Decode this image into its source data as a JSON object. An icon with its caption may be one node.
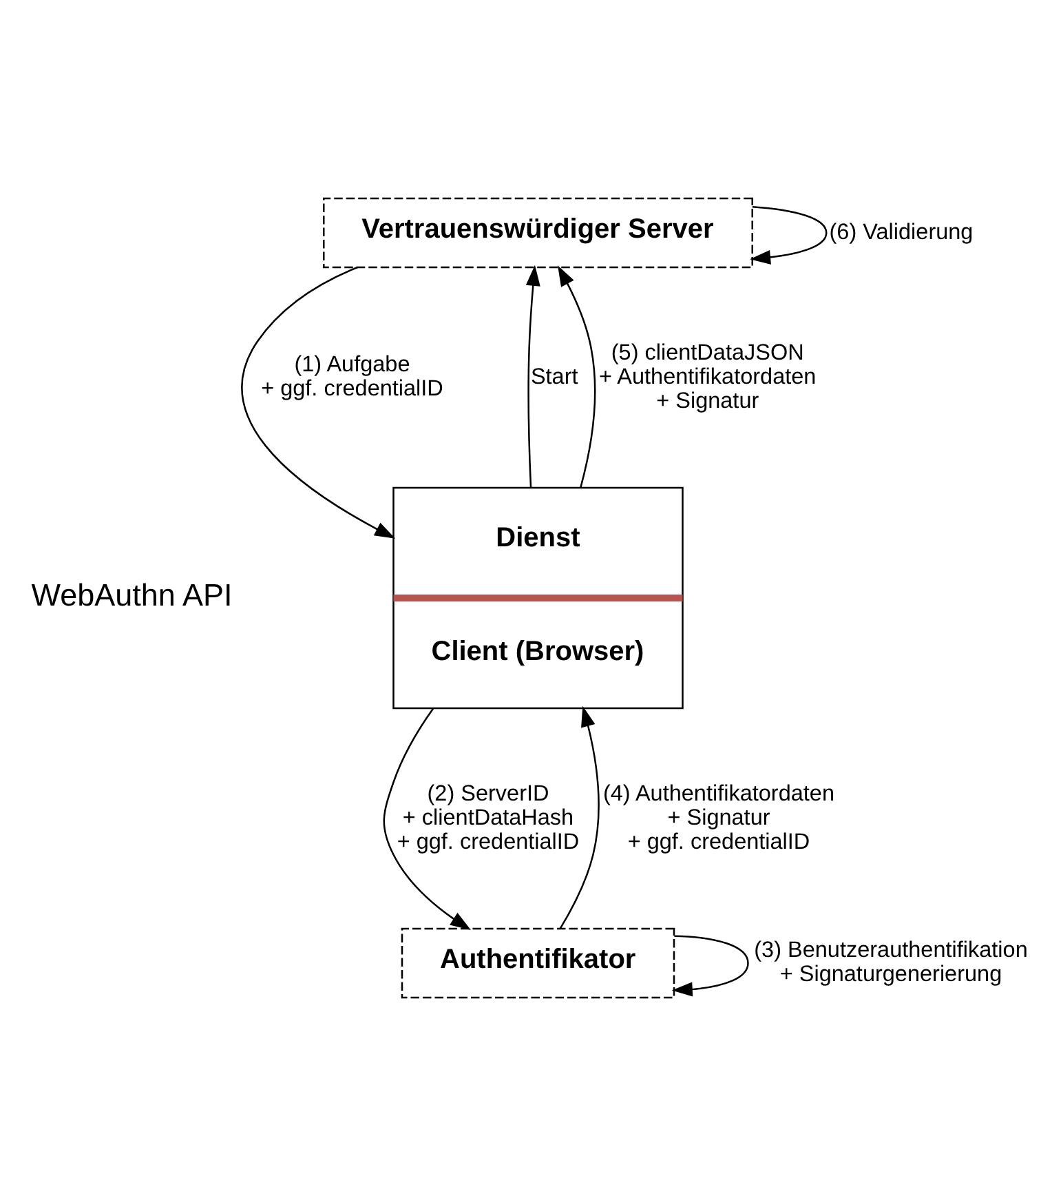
{
  "diagram": {
    "nodes": [
      {
        "text": [
          "Vertrauenswürdiger Server"
        ]
      },
      {
        "text": [
          "Dienst",
          "Client (Browser)"
        ]
      },
      {
        "text": [
          "Authentifikator"
        ]
      }
    ],
    "edges": [
      {
        "from": 0,
        "to": 1,
        "arrow": "to",
        "label": "(1) Aufgabe + ggf. credentialID"
      },
      {
        "from": 1,
        "to": 0,
        "arrow": "to",
        "label": "Start"
      },
      {
        "from": 1,
        "to": 0,
        "arrow": "to",
        "label": "(5) clientDataJSON + Authentifikatordaten + Signatur"
      },
      {
        "from": 0,
        "to": 0,
        "arrow": "to",
        "label": "(6) Validierung"
      },
      {
        "from": 1,
        "to": 2,
        "arrow": "to",
        "label": "(2) ServerID + clientDataHash + ggf. credentialID"
      },
      {
        "from": 2,
        "to": 1,
        "arrow": "to",
        "label": "(4) Authentifikatordaten + Signatur + ggf. credentialID"
      },
      {
        "from": 2,
        "to": 2,
        "arrow": "to",
        "label": "(3) Benutzerauthentifikation + Signaturgenerierung"
      }
    ],
    "labels": [
      "WebAuthn API"
    ]
  }
}
